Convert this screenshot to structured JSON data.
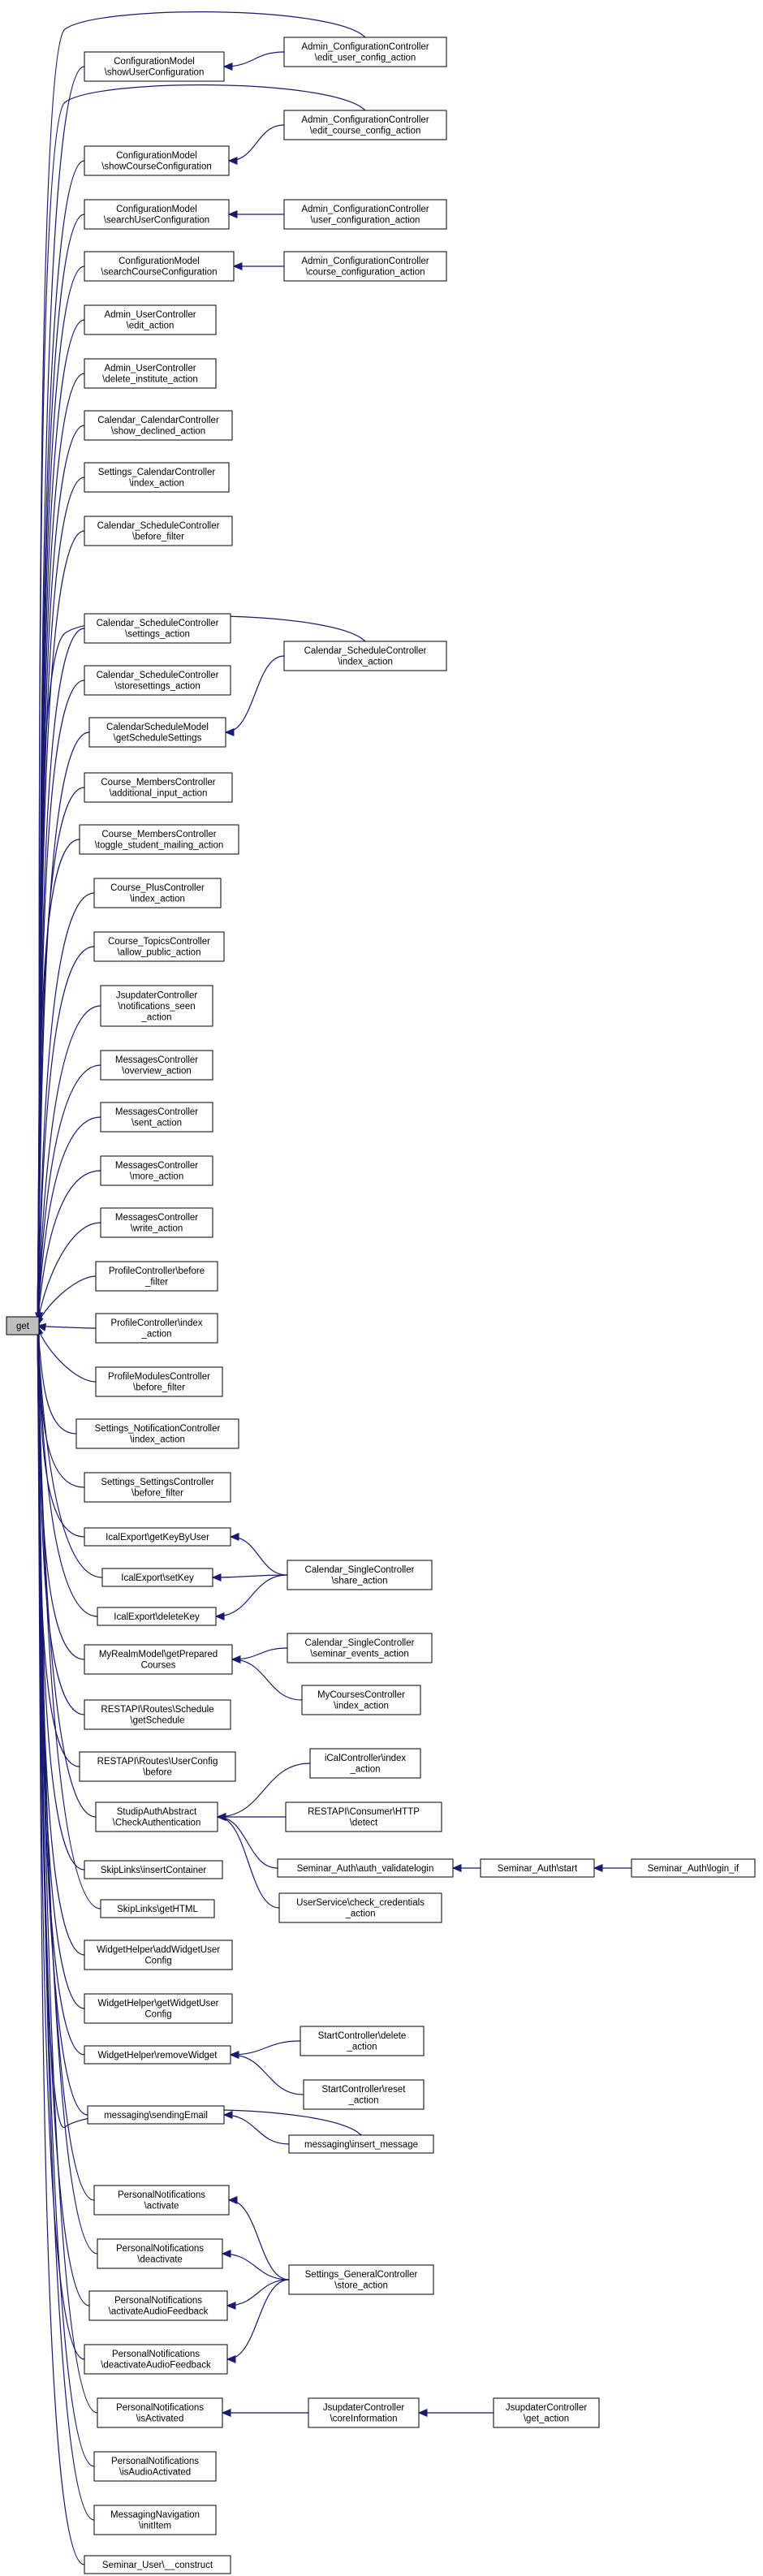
{
  "graph": {
    "edge_color": "#191970",
    "root_fill": "#bfbfbf",
    "nodes": [
      {
        "id": "root",
        "lines": [
          "get"
        ]
      },
      {
        "id": "n1",
        "lines": [
          "ConfigurationModel",
          "\\showUserConfiguration"
        ]
      },
      {
        "id": "n1a",
        "lines": [
          "Admin_ConfigurationController",
          "\\edit_user_config_action"
        ]
      },
      {
        "id": "n2",
        "lines": [
          "ConfigurationModel",
          "\\showCourseConfiguration"
        ]
      },
      {
        "id": "n2a",
        "lines": [
          "Admin_ConfigurationController",
          "\\edit_course_config_action"
        ]
      },
      {
        "id": "n3",
        "lines": [
          "ConfigurationModel",
          "\\searchUserConfiguration"
        ]
      },
      {
        "id": "n3a",
        "lines": [
          "Admin_ConfigurationController",
          "\\user_configuration_action"
        ]
      },
      {
        "id": "n4",
        "lines": [
          "ConfigurationModel",
          "\\searchCourseConfiguration"
        ]
      },
      {
        "id": "n4a",
        "lines": [
          "Admin_ConfigurationController",
          "\\course_configuration_action"
        ]
      },
      {
        "id": "n5",
        "lines": [
          "Admin_UserController",
          "\\edit_action"
        ]
      },
      {
        "id": "n6",
        "lines": [
          "Admin_UserController",
          "\\delete_institute_action"
        ]
      },
      {
        "id": "n7",
        "lines": [
          "Calendar_CalendarController",
          "\\show_declined_action"
        ]
      },
      {
        "id": "n8",
        "lines": [
          "Settings_CalendarController",
          "\\index_action"
        ]
      },
      {
        "id": "n9",
        "lines": [
          "Calendar_ScheduleController",
          "\\before_filter"
        ]
      },
      {
        "id": "n9a",
        "lines": [
          "Calendar_ScheduleController",
          "\\index_action"
        ]
      },
      {
        "id": "n10",
        "lines": [
          "Calendar_ScheduleController",
          "\\settings_action"
        ]
      },
      {
        "id": "n11",
        "lines": [
          "Calendar_ScheduleController",
          "\\storesettings_action"
        ]
      },
      {
        "id": "n12",
        "lines": [
          "CalendarScheduleModel",
          "\\getScheduleSettings"
        ]
      },
      {
        "id": "n13",
        "lines": [
          "Course_MembersController",
          "\\additional_input_action"
        ]
      },
      {
        "id": "n14",
        "lines": [
          "Course_MembersController",
          "\\toggle_student_mailing_action"
        ]
      },
      {
        "id": "n15",
        "lines": [
          "Course_PlusController",
          "\\index_action"
        ]
      },
      {
        "id": "n16",
        "lines": [
          "Course_TopicsController",
          "\\allow_public_action"
        ]
      },
      {
        "id": "n17",
        "lines": [
          "JsupdaterController",
          "\\notifications_seen",
          "_action"
        ]
      },
      {
        "id": "n18",
        "lines": [
          "MessagesController",
          "\\overview_action"
        ]
      },
      {
        "id": "n19",
        "lines": [
          "MessagesController",
          "\\sent_action"
        ]
      },
      {
        "id": "n20",
        "lines": [
          "MessagesController",
          "\\more_action"
        ]
      },
      {
        "id": "n21",
        "lines": [
          "MessagesController",
          "\\write_action"
        ]
      },
      {
        "id": "n22",
        "lines": [
          "ProfileController\\before",
          "_filter"
        ]
      },
      {
        "id": "n23",
        "lines": [
          "ProfileController\\index",
          "_action"
        ]
      },
      {
        "id": "n24",
        "lines": [
          "ProfileModulesController",
          "\\before_filter"
        ]
      },
      {
        "id": "n25",
        "lines": [
          "Settings_NotificationController",
          "\\index_action"
        ]
      },
      {
        "id": "n26",
        "lines": [
          "Settings_SettingsController",
          "\\before_filter"
        ]
      },
      {
        "id": "n27",
        "lines": [
          "IcalExport\\getKeyByUser"
        ]
      },
      {
        "id": "n28",
        "lines": [
          "IcalExport\\setKey"
        ]
      },
      {
        "id": "n29",
        "lines": [
          "IcalExport\\deleteKey"
        ]
      },
      {
        "id": "n28a",
        "lines": [
          "Calendar_SingleController",
          "\\share_action"
        ]
      },
      {
        "id": "n30",
        "lines": [
          "MyRealmModel\\getPrepared",
          "Courses"
        ]
      },
      {
        "id": "n30a",
        "lines": [
          "Calendar_SingleController",
          "\\seminar_events_action"
        ]
      },
      {
        "id": "n30b",
        "lines": [
          "MyCoursesController",
          "\\index_action"
        ]
      },
      {
        "id": "n31",
        "lines": [
          "RESTAPI\\Routes\\Schedule",
          "\\getSchedule"
        ]
      },
      {
        "id": "n32",
        "lines": [
          "RESTAPI\\Routes\\UserConfig",
          "\\before"
        ]
      },
      {
        "id": "n33",
        "lines": [
          "StudipAuthAbstract",
          "\\CheckAuthentication"
        ]
      },
      {
        "id": "n33a",
        "lines": [
          "iCalController\\index",
          "_action"
        ]
      },
      {
        "id": "n33b",
        "lines": [
          "RESTAPI\\Consumer\\HTTP",
          "\\detect"
        ]
      },
      {
        "id": "n33c",
        "lines": [
          "Seminar_Auth\\auth_validatelogin"
        ]
      },
      {
        "id": "n33d",
        "lines": [
          "UserService\\check_credentials",
          "_action"
        ]
      },
      {
        "id": "n33e",
        "lines": [
          "Seminar_Auth\\start"
        ]
      },
      {
        "id": "n33f",
        "lines": [
          "Seminar_Auth\\login_if"
        ]
      },
      {
        "id": "n34",
        "lines": [
          "SkipLinks\\insertContainer"
        ]
      },
      {
        "id": "n35",
        "lines": [
          "SkipLinks\\getHTML"
        ]
      },
      {
        "id": "n36",
        "lines": [
          "WidgetHelper\\addWidgetUser",
          "Config"
        ]
      },
      {
        "id": "n37",
        "lines": [
          "WidgetHelper\\getWidgetUser",
          "Config"
        ]
      },
      {
        "id": "n38",
        "lines": [
          "WidgetHelper\\removeWidget"
        ]
      },
      {
        "id": "n38a",
        "lines": [
          "StartController\\delete",
          "_action"
        ]
      },
      {
        "id": "n38b",
        "lines": [
          "StartController\\reset",
          "_action"
        ]
      },
      {
        "id": "n39",
        "lines": [
          "messaging\\sendingEmail"
        ]
      },
      {
        "id": "n39a",
        "lines": [
          "messaging\\insert_message"
        ]
      },
      {
        "id": "n40",
        "lines": [
          "PersonalNotifications",
          "\\activate"
        ]
      },
      {
        "id": "n41",
        "lines": [
          "PersonalNotifications",
          "\\deactivate"
        ]
      },
      {
        "id": "n42",
        "lines": [
          "PersonalNotifications",
          "\\activateAudioFeedback"
        ]
      },
      {
        "id": "n43",
        "lines": [
          "PersonalNotifications",
          "\\deactivateAudioFeedback"
        ]
      },
      {
        "id": "n4x",
        "lines": [
          "Settings_GeneralController",
          "\\store_action"
        ]
      },
      {
        "id": "n44",
        "lines": [
          "PersonalNotifications",
          "\\isActivated"
        ]
      },
      {
        "id": "n44a",
        "lines": [
          "JsupdaterController",
          "\\coreInformation"
        ]
      },
      {
        "id": "n44b",
        "lines": [
          "JsupdaterController",
          "\\get_action"
        ]
      },
      {
        "id": "n45",
        "lines": [
          "PersonalNotifications",
          "\\isAudioActivated"
        ]
      },
      {
        "id": "n46",
        "lines": [
          "MessagingNavigation",
          "\\initItem"
        ]
      },
      {
        "id": "n47",
        "lines": [
          "Seminar_User\\__construct"
        ]
      }
    ],
    "edges": [
      [
        "n1",
        "root"
      ],
      [
        "n1a",
        "n1"
      ],
      [
        "n1a",
        "root"
      ],
      [
        "n2",
        "root"
      ],
      [
        "n2a",
        "n2"
      ],
      [
        "n2a",
        "root"
      ],
      [
        "n3",
        "root"
      ],
      [
        "n3a",
        "n3"
      ],
      [
        "n4",
        "root"
      ],
      [
        "n4a",
        "n4"
      ],
      [
        "n5",
        "root"
      ],
      [
        "n6",
        "root"
      ],
      [
        "n7",
        "root"
      ],
      [
        "n8",
        "root"
      ],
      [
        "n9",
        "root"
      ],
      [
        "n9a",
        "root"
      ],
      [
        "n10",
        "root"
      ],
      [
        "n11",
        "root"
      ],
      [
        "n12",
        "root"
      ],
      [
        "n9a",
        "n12"
      ],
      [
        "n13",
        "root"
      ],
      [
        "n14",
        "root"
      ],
      [
        "n15",
        "root"
      ],
      [
        "n16",
        "root"
      ],
      [
        "n17",
        "root"
      ],
      [
        "n18",
        "root"
      ],
      [
        "n19",
        "root"
      ],
      [
        "n20",
        "root"
      ],
      [
        "n21",
        "root"
      ],
      [
        "n22",
        "root"
      ],
      [
        "n23",
        "root"
      ],
      [
        "n24",
        "root"
      ],
      [
        "n25",
        "root"
      ],
      [
        "n26",
        "root"
      ],
      [
        "n27",
        "root"
      ],
      [
        "n28",
        "root"
      ],
      [
        "n29",
        "root"
      ],
      [
        "n28a",
        "n27"
      ],
      [
        "n28a",
        "n28"
      ],
      [
        "n28a",
        "n29"
      ],
      [
        "n30",
        "root"
      ],
      [
        "n30a",
        "n30"
      ],
      [
        "n30b",
        "n30"
      ],
      [
        "n31",
        "root"
      ],
      [
        "n32",
        "root"
      ],
      [
        "n33",
        "root"
      ],
      [
        "n33a",
        "n33"
      ],
      [
        "n33b",
        "n33"
      ],
      [
        "n33c",
        "n33"
      ],
      [
        "n33d",
        "n33"
      ],
      [
        "n33e",
        "n33c"
      ],
      [
        "n33f",
        "n33e"
      ],
      [
        "n34",
        "root"
      ],
      [
        "n35",
        "root"
      ],
      [
        "n36",
        "root"
      ],
      [
        "n37",
        "root"
      ],
      [
        "n38",
        "root"
      ],
      [
        "n38a",
        "n38"
      ],
      [
        "n38b",
        "n38"
      ],
      [
        "n39",
        "root"
      ],
      [
        "n39a",
        "n39"
      ],
      [
        "n39a",
        "root"
      ],
      [
        "n40",
        "root"
      ],
      [
        "n41",
        "root"
      ],
      [
        "n42",
        "root"
      ],
      [
        "n43",
        "root"
      ],
      [
        "n4x",
        "n40"
      ],
      [
        "n4x",
        "n41"
      ],
      [
        "n4x",
        "n42"
      ],
      [
        "n4x",
        "n43"
      ],
      [
        "n44",
        "root"
      ],
      [
        "n44a",
        "n44"
      ],
      [
        "n44b",
        "n44a"
      ],
      [
        "n45",
        "root"
      ],
      [
        "n46",
        "root"
      ],
      [
        "n47",
        "root"
      ]
    ]
  }
}
